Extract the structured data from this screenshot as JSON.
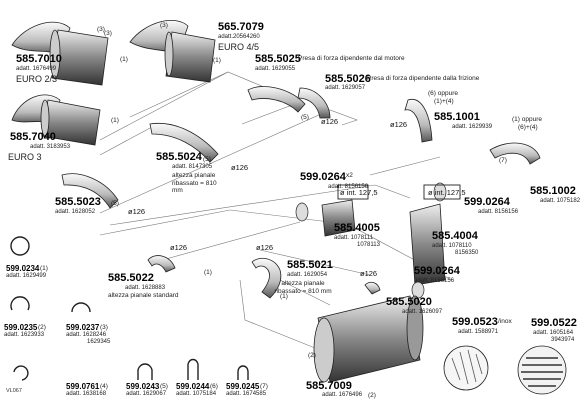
{
  "parts": [
    {
      "id": "p1",
      "code": "585.7010",
      "adatt": "adatt. 1676499",
      "note": "EURO 2/3"
    },
    {
      "id": "p2",
      "code": "565.7079",
      "adatt": "adatt.20564260",
      "note": "EURO 4/5"
    },
    {
      "id": "p3",
      "code": "585.7040",
      "adatt": "adatt. 3183953",
      "note": "EURO 3"
    },
    {
      "id": "p4",
      "code": "585.5025",
      "adatt": "adatt. 1629055",
      "note": "Presa di forza dipendente dal motore"
    },
    {
      "id": "p5",
      "code": "585.5026",
      "adatt": "adatt. 1629057",
      "note": "Presa di forza dipendente dalla frizione"
    },
    {
      "id": "p6",
      "code": "585.5024",
      "adatt": "adatt. 8147305",
      "note": "altezza pianale ribassato = 810 mm"
    },
    {
      "id": "p7",
      "code": "585.5023",
      "adatt": "adatt. 1628052",
      "note": ""
    },
    {
      "id": "p8",
      "code": "585.1001",
      "adatt": "adatt. 1629939",
      "note": ""
    },
    {
      "id": "p9",
      "code": "585.1002",
      "adatt": "adatt. 1075182",
      "note": ""
    },
    {
      "id": "p10",
      "code": "599.0264",
      "adatt": "adatt. 8156156",
      "note": "x2"
    },
    {
      "id": "p11",
      "code": "599.0264",
      "adatt": "adatt. 8156156",
      "note": ""
    },
    {
      "id": "p12",
      "code": "585.4005",
      "adatt": "adatt. 1078111",
      "note": "1078113"
    },
    {
      "id": "p13",
      "code": "585.4004",
      "adatt": "adatt. 1078110",
      "note": "8156350"
    },
    {
      "id": "p14",
      "code": "599.0264",
      "adatt": "adatt. 8156156",
      "note": ""
    },
    {
      "id": "p15",
      "code": "585.5022",
      "adatt": "adatt. 1628883",
      "note": "altezza pianale standard"
    },
    {
      "id": "p16",
      "code": "585.5021",
      "adatt": "adatt. 1629054",
      "note": "altezza pianale ribassato = 810 mm"
    },
    {
      "id": "p17",
      "code": "585.5020",
      "adatt": "adatt. 1626097",
      "note": ""
    },
    {
      "id": "p18",
      "code": "585.7009",
      "adatt": "adatt. 1676496",
      "note": "(2)"
    },
    {
      "id": "p19",
      "code": "599.0523",
      "adatt": "adatt. 1588971",
      "note": "/inox"
    },
    {
      "id": "p20",
      "code": "599.0522",
      "adatt": "adatt. 1605164",
      "note": "3943974"
    }
  ],
  "accessories": [
    {
      "id": "a1",
      "code": "599.0234",
      "num": "(1)",
      "adatt": "adatt. 1629499"
    },
    {
      "id": "a2",
      "code": "599.0235",
      "num": "(2)",
      "adatt": "adatt. 1623933"
    },
    {
      "id": "a3",
      "code": "599.0237",
      "num": "(3)",
      "adatt": "adatt. 1628246",
      "adatt2": "1629345"
    },
    {
      "id": "a4",
      "code": "599.0761",
      "num": "(4)",
      "adatt": "adatt. 1638168"
    },
    {
      "id": "a5",
      "code": "599.0243",
      "num": "(5)",
      "adatt": "adatt. 1629067"
    },
    {
      "id": "a6",
      "code": "599.0244",
      "num": "(6)",
      "adatt": "adatt. 1075184"
    },
    {
      "id": "a7",
      "code": "599.0245",
      "num": "(7)",
      "adatt": "adatt. 1674585"
    }
  ],
  "diameters": {
    "d126": "ø126",
    "int127": "ø int. 127,5"
  },
  "oppure_1": [
    "(6) oppure",
    "(1)+(4)"
  ],
  "oppure_2": [
    "(1) oppure",
    "(6)+(4)"
  ],
  "page_ref": "VL067",
  "callouts": {
    "n1": "(1)",
    "n2": "(2)",
    "n3": "(3)",
    "n5": "(5)",
    "n7": "(7)"
  }
}
